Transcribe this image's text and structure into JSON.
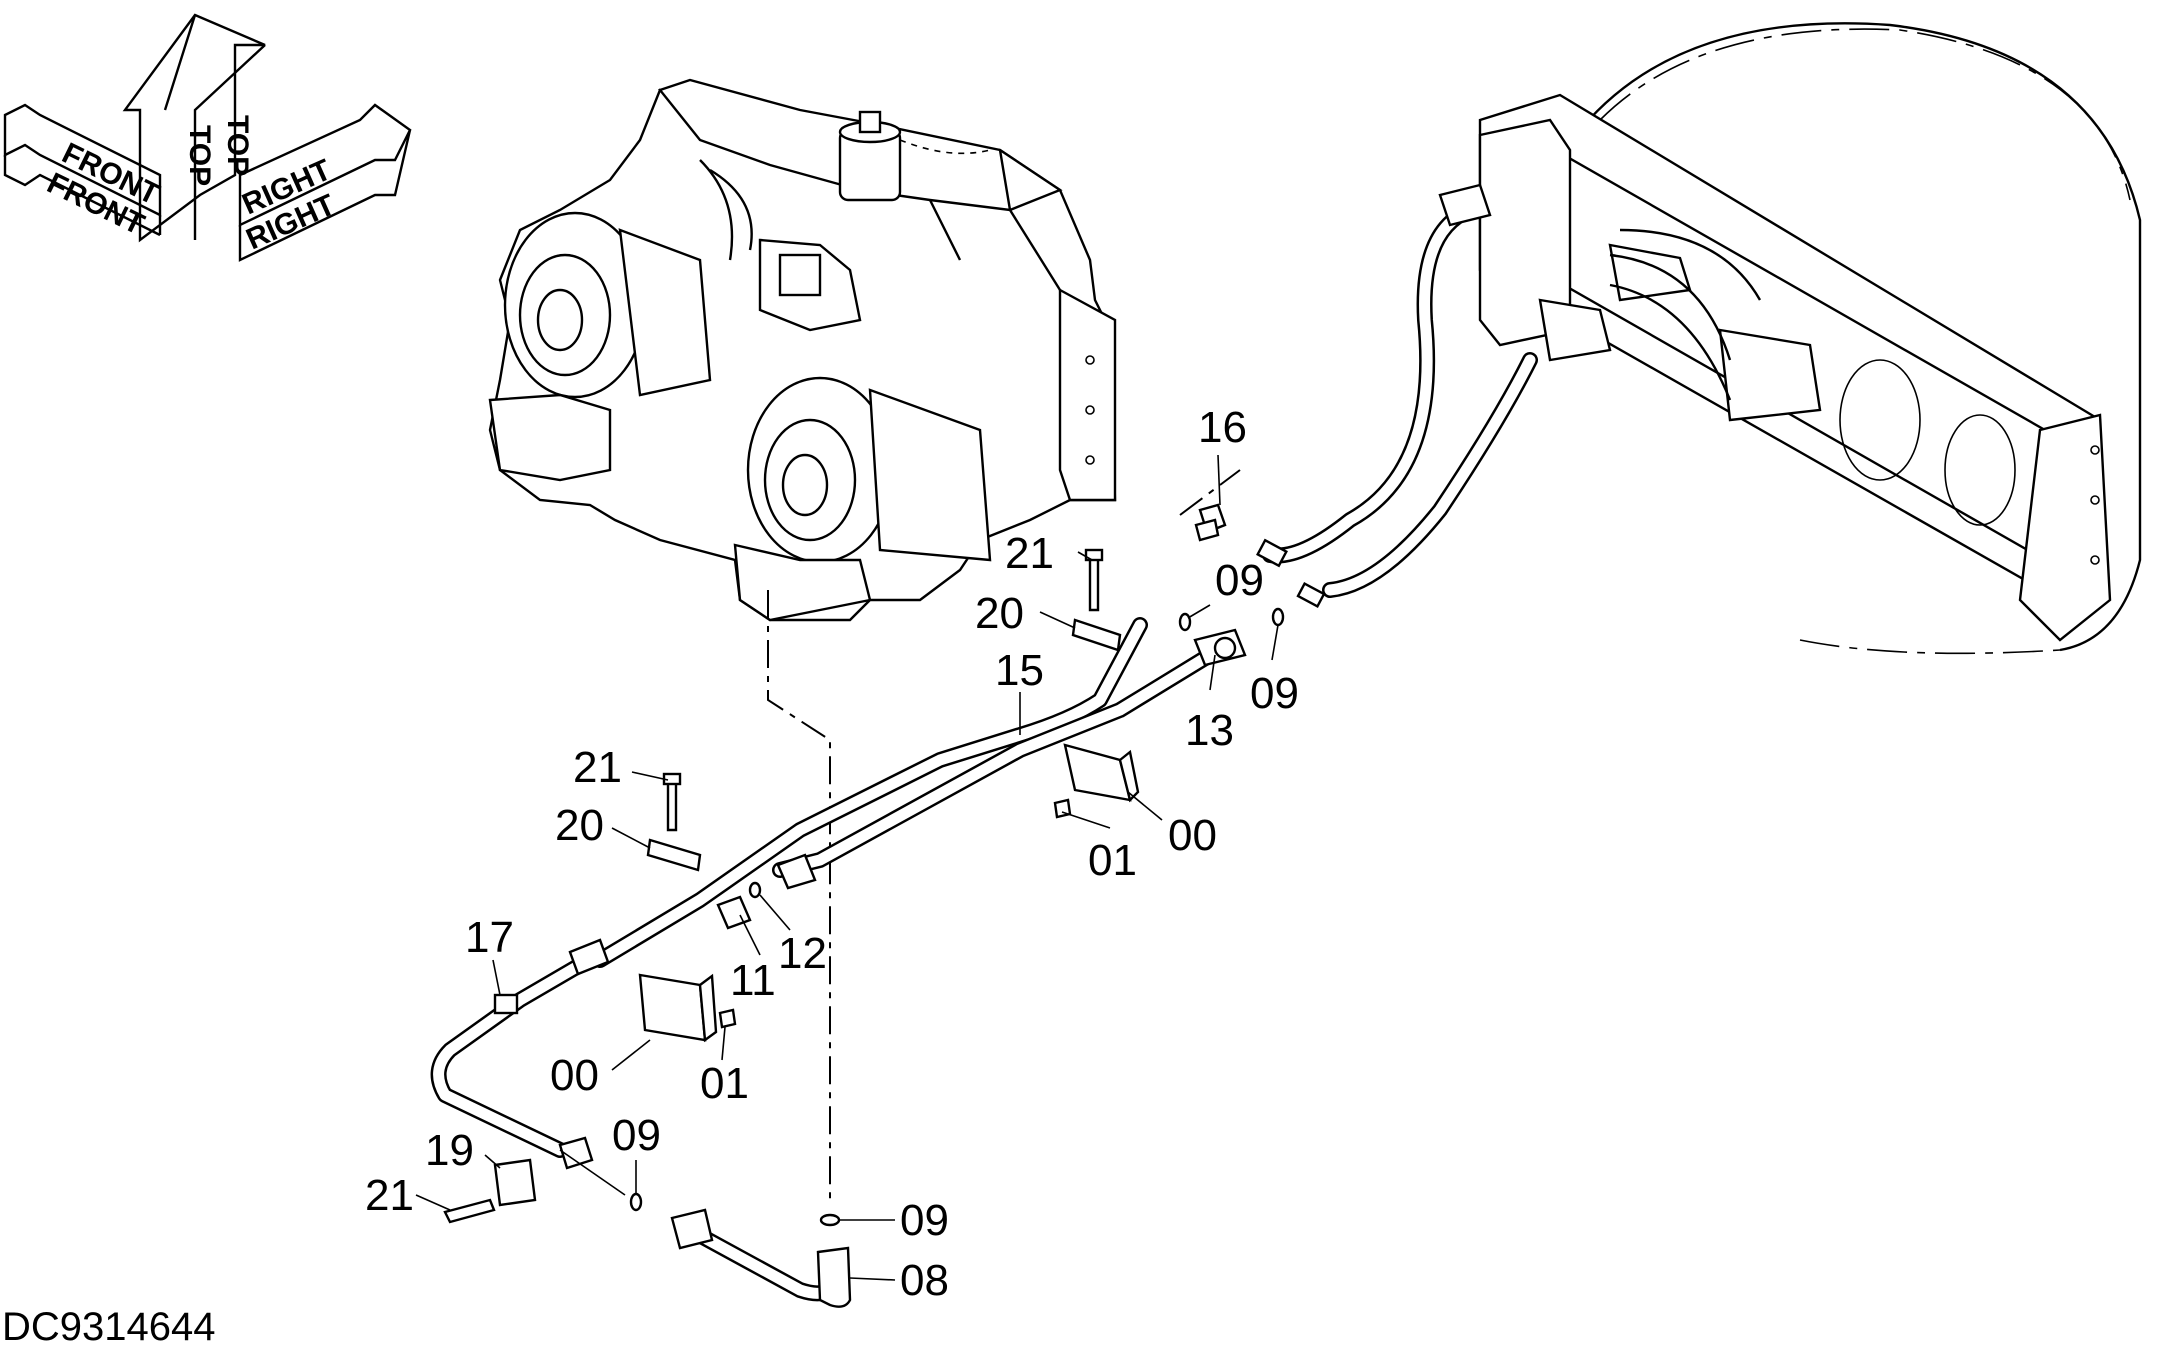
{
  "diagram": {
    "document_id": "DC9314644",
    "orientation": {
      "front_label": "FRONT",
      "top_label": "TOP",
      "right_label": "RIGHT"
    },
    "callouts": [
      {
        "id": "c-16",
        "text": "16"
      },
      {
        "id": "c-21a",
        "text": "21"
      },
      {
        "id": "c-20a",
        "text": "20"
      },
      {
        "id": "c-09a",
        "text": "09"
      },
      {
        "id": "c-09b",
        "text": "09"
      },
      {
        "id": "c-15",
        "text": "15"
      },
      {
        "id": "c-13",
        "text": "13"
      },
      {
        "id": "c-00a",
        "text": "00"
      },
      {
        "id": "c-01a",
        "text": "01"
      },
      {
        "id": "c-21b",
        "text": "21"
      },
      {
        "id": "c-20b",
        "text": "20"
      },
      {
        "id": "c-12",
        "text": "12"
      },
      {
        "id": "c-11",
        "text": "11"
      },
      {
        "id": "c-17",
        "text": "17"
      },
      {
        "id": "c-00b",
        "text": "00"
      },
      {
        "id": "c-01b",
        "text": "01"
      },
      {
        "id": "c-19",
        "text": "19"
      },
      {
        "id": "c-21c",
        "text": "21"
      },
      {
        "id": "c-09c",
        "text": "09"
      },
      {
        "id": "c-09d",
        "text": "09"
      },
      {
        "id": "c-08",
        "text": "08"
      }
    ]
  }
}
